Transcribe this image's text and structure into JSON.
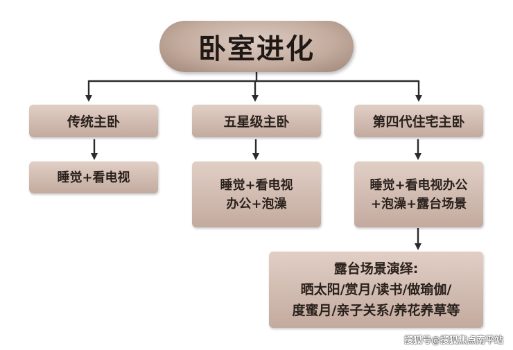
{
  "title": "卧室进化",
  "columns": [
    {
      "header": "传统主卧",
      "detail": [
        "睡觉+看电视"
      ]
    },
    {
      "header": "五星级主卧",
      "detail": [
        "睡觉+看电视",
        "办公+泡澡"
      ]
    },
    {
      "header": "第四代住宅主卧",
      "detail": [
        "睡觉+看电视办公",
        "+泡澡+露台场景"
      ]
    }
  ],
  "terrace": {
    "lines": [
      "露台场景演绎:",
      "晒太阳/赏月/读书/做瑜伽/",
      "度蜜月/亲子关系/养花养草等"
    ]
  },
  "watermark": "搜狐号@搜狐焦点南平站",
  "colors": {
    "box": "#c9b2a6",
    "text": "#2a211c",
    "line": "#2b2b2b"
  }
}
